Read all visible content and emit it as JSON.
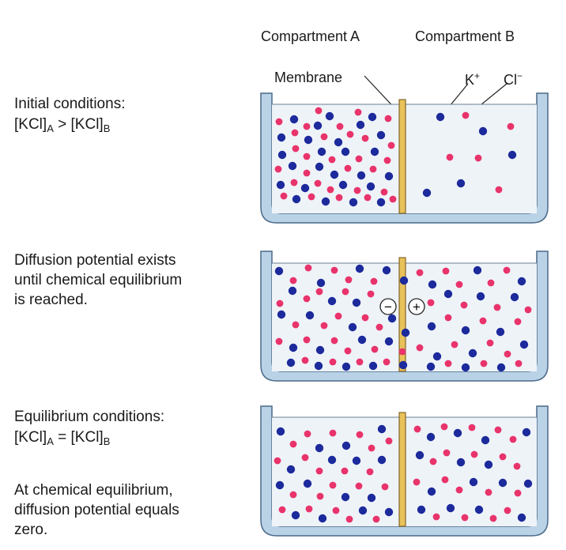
{
  "headers": {
    "compartment_a": "Compartment A",
    "compartment_b": "Compartment B"
  },
  "labels": {
    "membrane": "Membrane",
    "k": "K",
    "k_sup": "+",
    "cl": "Cl",
    "cl_sup": "−"
  },
  "panel1": {
    "line1": "Initial conditions:",
    "eq_open_a": "[KCl]",
    "eq_sub_a": "A",
    "eq_op": " > ",
    "eq_open_b": "[KCl]",
    "eq_sub_b": "B"
  },
  "panel2": {
    "line1": "Diffusion potential exists",
    "line2": "until chemical equilibrium",
    "line3": "is reached.",
    "minus_sign": "−",
    "plus_sign": "+"
  },
  "panel3": {
    "line1": "Equilibrium conditions:",
    "eq_open_a": "[KCl]",
    "eq_sub_a": "A",
    "eq_op": " = ",
    "eq_open_b": "[KCl]",
    "eq_sub_b": "B",
    "note1": "At chemical equilibrium,",
    "note2": "diffusion potential equals",
    "note3": "zero."
  },
  "colors": {
    "k_ion": "#1c2a9c",
    "cl_ion": "#e8336b",
    "membrane": "#e8c25a",
    "wall": "#b9d2e6",
    "wall_edge": "#4a6a88",
    "water": "#eef3f8"
  }
}
